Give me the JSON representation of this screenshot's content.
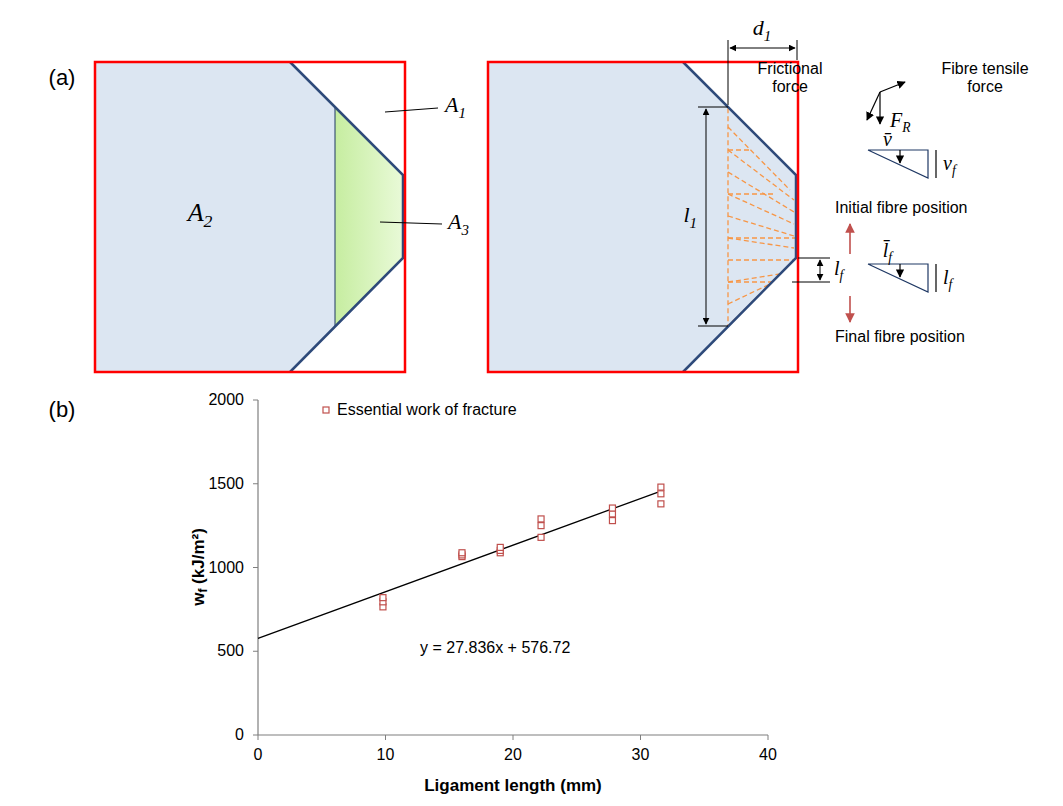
{
  "diagram": {
    "labels": [
      "(a)",
      "A1",
      "A2",
      "A3",
      "d1",
      "l1",
      "lf",
      "Frictional force",
      "Fibre tensile force",
      "FR",
      "v̄",
      "vf",
      "Initial fibre position",
      "l̄f",
      "lf",
      "Final fibre position",
      "(b)",
      "y = 27.836x + 576.72",
      "2000",
      "1500",
      "1000",
      "500",
      "0",
      "0",
      "10",
      "20",
      "30",
      "40",
      "wf (kJ/m²)",
      "Ligament length (mm)"
    ],
    "legend": [
      {
        "text": "Essential work of fracture"
      }
    ]
  }
}
